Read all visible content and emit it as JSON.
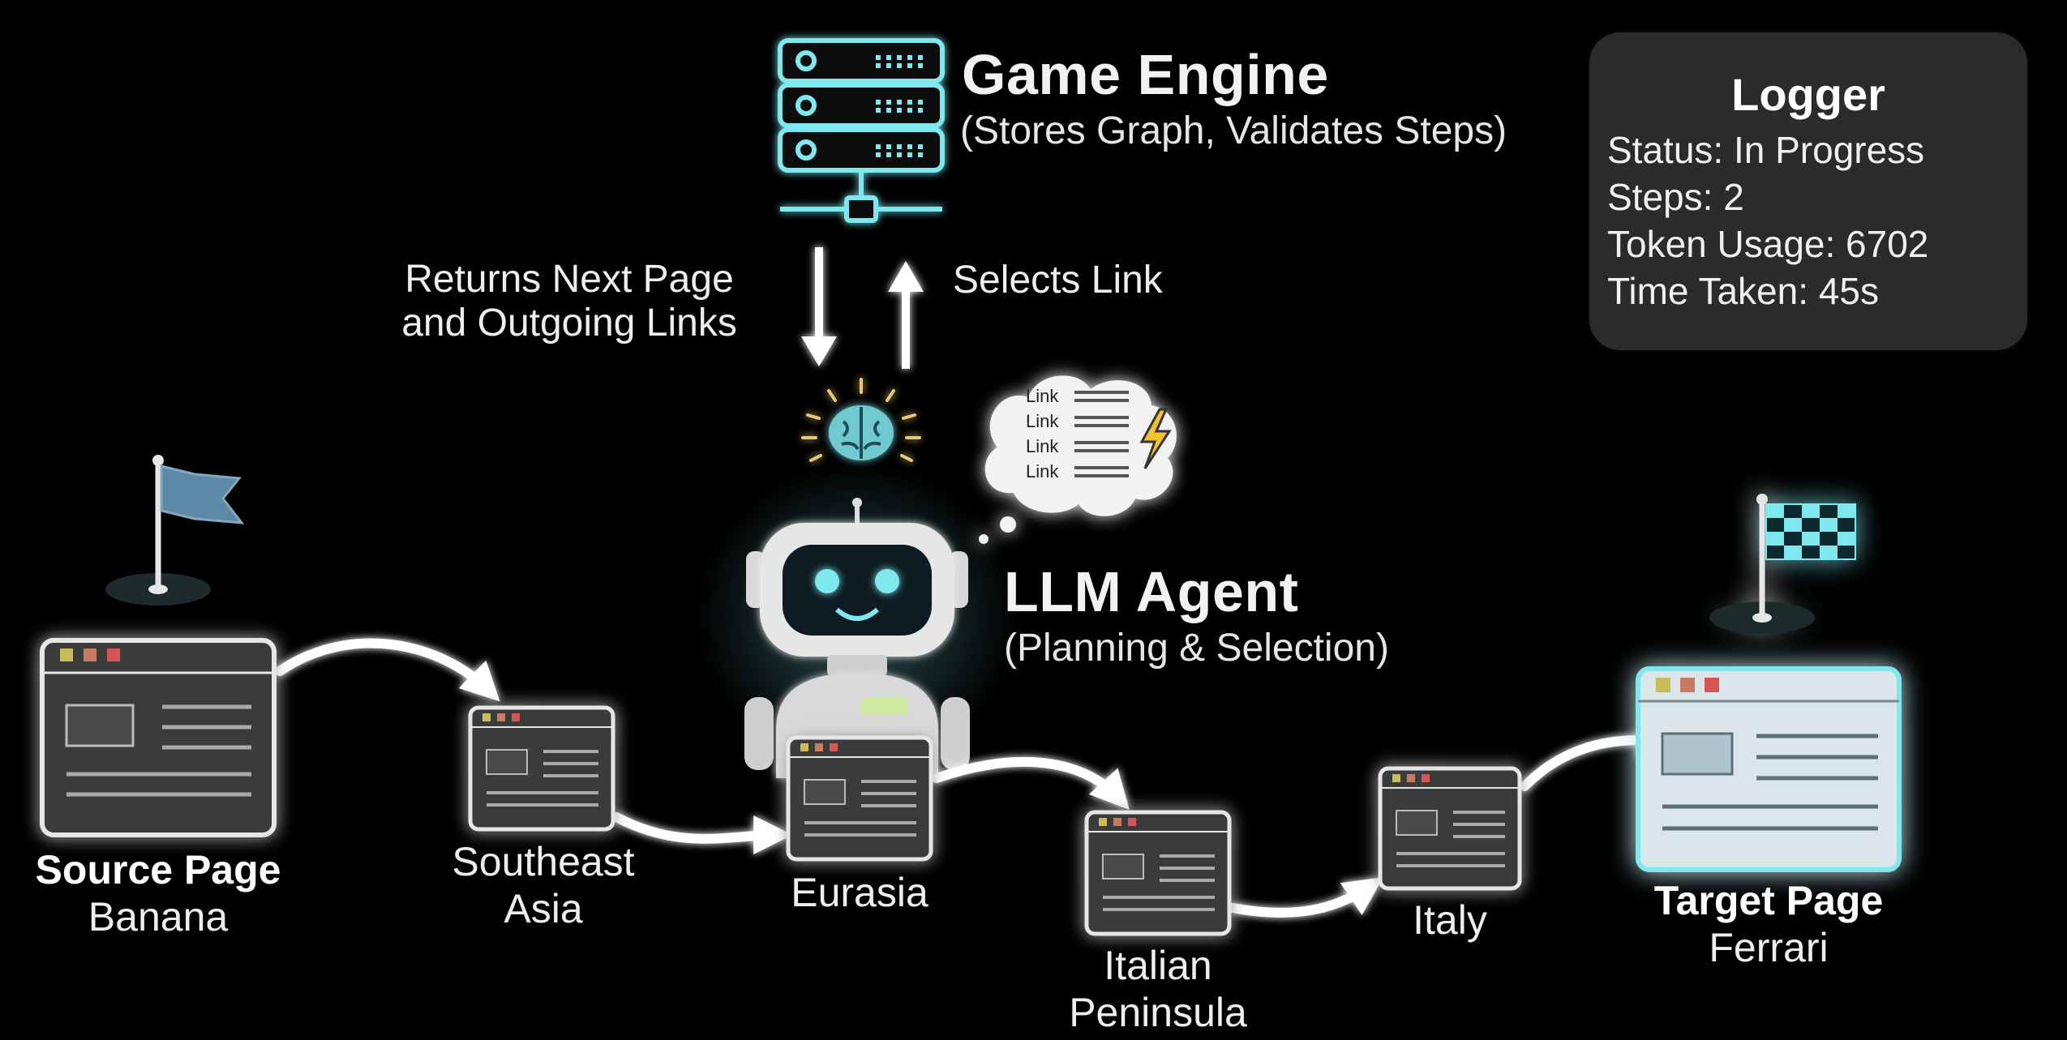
{
  "game_engine": {
    "title": "Game Engine",
    "subtitle": "(Stores Graph, Validates Steps)"
  },
  "arrows": {
    "down_label_line1": "Returns Next Page",
    "down_label_line2": "and Outgoing Links",
    "up_label": "Selects Link"
  },
  "agent": {
    "title": "LLM Agent",
    "subtitle": "(Planning & Selection)",
    "thought_links": [
      "Link",
      "Link",
      "Link",
      "Link"
    ]
  },
  "logger": {
    "title": "Logger",
    "status": "Status: In Progress",
    "steps": "Steps: 2",
    "tokens": "Token Usage: 6702",
    "time": "Time Taken: 45s"
  },
  "path": {
    "source": {
      "heading": "Source Page",
      "name": "Banana"
    },
    "nodes": [
      {
        "line1": "Southeast",
        "line2": "Asia"
      },
      {
        "line1": "Eurasia",
        "line2": ""
      },
      {
        "line1": "Italian",
        "line2": "Peninsula"
      },
      {
        "line1": "Italy",
        "line2": ""
      }
    ],
    "target": {
      "heading": "Target Page",
      "name": "Ferrari"
    }
  },
  "colors": {
    "background": "#000000",
    "accent_cyan": "#7fe7ee",
    "page_window": "#3a3a3a",
    "target_window": "#dbe6ea",
    "logger_box": "#2b2b2b"
  }
}
